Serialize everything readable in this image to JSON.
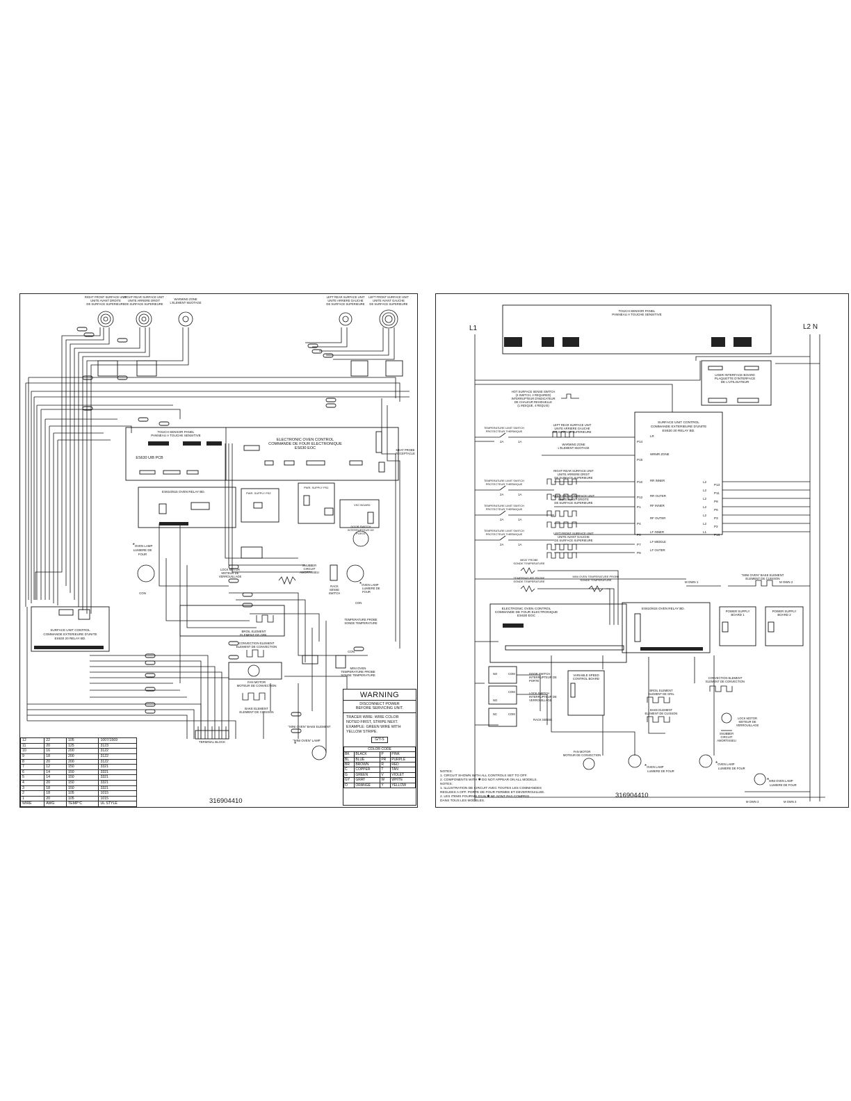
{
  "left_sheet": {
    "part_number": "316904410",
    "top_labels": {
      "rf_unit": [
        "RIGHT FRONT SURFACE UNIT",
        "UNITE AVANT DROITE",
        "DE SURFACE SUPERIEURE"
      ],
      "rr_unit": [
        "RIGHT REAR SURFACE UNIT",
        "UNITE ARRIERE DROIT",
        "DE SURFACE SUPERIEURE"
      ],
      "warming_zone": [
        "WARMING ZONE",
        "L'ELEMENT MIJOTAGE"
      ],
      "lr_unit": [
        "LEFT REAR SURFACE UNIT",
        "UNITE ARRIERE GAUCHE",
        "DE SURFACE SUPERIEURE"
      ],
      "lf_unit": [
        "LEFT FRONT SURFACE UNIT",
        "UNITE AVANT GAUCHE",
        "DE SURFACE SUPERIEURE"
      ]
    },
    "touch_panel": [
      "TOUCH SENSOR PANEL",
      "PANNEAU A TOUCHE SENSITIVE"
    ],
    "uib_label": "ES630 UIB PCB",
    "eoc": [
      "ELECTRONIC OVEN CONTROL",
      "COMMANDE DE FOUR ELECTRONIQUE",
      "ES630 EOC"
    ],
    "meat_probe": [
      "MEAT PROBE",
      "RECEPTACLE"
    ],
    "relay_board": "ES610/615 OVEN RELAY BD.",
    "pwr_supply_1": "PWR. SUPPLY PS1",
    "pwr_supply_2": "PWR. SUPPLY PS2",
    "vsc_board": "VSC BOARD",
    "door_switch": [
      "DOOR SWITCH",
      "INTERRUPTEUR DE",
      "PORTE"
    ],
    "oven_lamp_left": [
      "OVEN LAMP",
      "LUMIERE DE",
      "FOUR"
    ],
    "lock_motor": [
      "LOCK MOTOR",
      "MOTEUR DE",
      "VERROUILLAGE"
    ],
    "snubber": [
      "SNUBBER",
      "CIRCUIT",
      "AMORTISSEU"
    ],
    "rack_sense": [
      "RACK",
      "SENSE",
      "SWITCH"
    ],
    "oven_lamp_right": [
      "OVEN LAMP",
      "LUMIERE DE",
      "FOUR"
    ],
    "temp_probe": [
      "TEMPERATURE PROBE",
      "SONDE TEMPERATURE"
    ],
    "surface_control": [
      "SURFACE UNIT CONTROL",
      "COMMANDE EXTERIEURE D'UNITE",
      "ES630 20 RELAY BD."
    ],
    "broil": [
      "BROIL ELEMENT",
      "ELEMENT DE GRIL"
    ],
    "convection": [
      "CONVECTION ELEMENT",
      "ELEMENT DE CONVECTION"
    ],
    "fan_motor": [
      "FAN MOTOR",
      "MOTEUR DE CONVECTION"
    ],
    "bake": [
      "BAKE ELEMENT",
      "ELEMENT DE CUISSON"
    ],
    "terminal_block": "TERMINAL BLOCK",
    "mini_oven_probe": [
      "MINI OVEN",
      "TEMPERATURE PROBE",
      "SONDE TEMPERATURE"
    ],
    "mini_oven_bake": "\"MINI OVEN\" BAKE ELEMENT",
    "mini_oven_lamp": "\"MINI OVEN\" LAMP",
    "con_label": "CON",
    "warning": {
      "title": "WARNING",
      "lines": [
        "DISCONNECT POWER",
        "BEFORE SERVICING UNIT."
      ],
      "tracer": [
        "TRACER WIRE:  WIRE COLOR",
        "NOTED FIRST, STRIPE NEXT.",
        "EXAMPLE:  GREEN WIRE WITH",
        "YELLOW STRIPE."
      ],
      "example": "G/Y-S",
      "color_code_title": "COLOR CODE",
      "color_codes": [
        [
          "BK",
          "BLACK",
          "P",
          "PINK"
        ],
        [
          "BL",
          "BLUE",
          "PR",
          "PURPLE"
        ],
        [
          "BR",
          "BROWN",
          "R",
          "RED"
        ],
        [
          "C",
          "COPPER",
          "T",
          "TAN"
        ],
        [
          "G",
          "GREEN",
          "V",
          "VIOLET"
        ],
        [
          "GY",
          "GRAY",
          "W",
          "WHITE"
        ],
        [
          "O",
          "ORANGE",
          "Y",
          "YELLOW"
        ]
      ]
    },
    "wire_table": {
      "header": [
        "WIRE",
        "AWG",
        "TEMP°C",
        "UL STYLE"
      ],
      "rows": [
        [
          "12",
          "22",
          "105",
          "1007/1569"
        ],
        [
          "11",
          "20",
          "125",
          "3123"
        ],
        [
          "10",
          "16",
          "200",
          "3122"
        ],
        [
          "9",
          "18",
          "200",
          "3122"
        ],
        [
          "8",
          "20",
          "200",
          "3122"
        ],
        [
          "7",
          "12",
          "150",
          "3321"
        ],
        [
          "6",
          "14",
          "150",
          "3321"
        ],
        [
          "5",
          "14",
          "150",
          "3321"
        ],
        [
          "4",
          "20",
          "150",
          "3321"
        ],
        [
          "3",
          "18",
          "150",
          "3321"
        ],
        [
          "2",
          "18",
          "105",
          "1015"
        ],
        [
          "1",
          "20",
          "105",
          "1015"
        ]
      ]
    }
  },
  "right_sheet": {
    "part_number": "316904410",
    "l1": "L1",
    "l2n": "L2  N",
    "touch_panel": [
      "TOUCH SENSOR PANEL",
      "PANNEAU A TOUCHE SENSITIVE"
    ],
    "uib": [
      "USER INTERFACE BOARD",
      "PLAQUETTE D'INTERFACE",
      "DE L'UTILISATEUR"
    ],
    "hot_surface": [
      "HOT SURFACE SENSE SWITCH",
      "(3 SWITCH, 4 REQUIRED)",
      "INTERRUPTEUR D'INDICATEUR",
      "DE CHALEUR RESIDUELLE",
      "(1 INDIQUE, 4 REQUIS)"
    ],
    "surface_control": [
      "SURFACE UNIT CONTROL",
      "COMMANDE EXTERIEURE D'UNITE",
      "ES630 20 RELAY BD."
    ],
    "limit_switch": [
      "TEMPERATURE LIMIT SWITCH",
      "PROTECTEUR THERMIQUE"
    ],
    "amp_2a": "2A",
    "amp_1a": "1A",
    "lr_unit": [
      "LEFT REAR SURFACE UNIT",
      "UNITE ARRIERE GAUCHE",
      "DE SURFACE SUPERIEURE"
    ],
    "warming_zone": [
      "WARMING ZONE",
      "L'ELEMENT MIJOTAGE"
    ],
    "rr_unit": [
      "RIGHT REAR SURFACE UNIT",
      "UNITE ARRIERE DROIT",
      "DE SURFACE SUPERIEURE"
    ],
    "rf_unit": [
      "RIGHT FRONT SURFACE UNIT",
      "UNITE AVANT DROITE",
      "DE SURFACE SUPERIEURE"
    ],
    "lf_unit": [
      "LEFT FRONT SURFACE UNIT",
      "UNITE AVANT GAUCHE",
      "DE SURFACE SUPERIEURE"
    ],
    "ports_left": [
      "P14",
      "P15",
      "P10",
      "P12",
      "P1",
      "P4",
      "P5",
      "P7",
      "P9"
    ],
    "ports_mid": [
      "LR",
      "WRMR ZONE",
      "RR INNER",
      "RR OUTER",
      "RF INNER",
      "RF OUTER",
      "LF INNER",
      "LF MIDDLE",
      "LF OUTER"
    ],
    "ports_right": [
      "P13",
      "P11",
      "P8",
      "P6",
      "P3",
      "P2",
      "P16"
    ],
    "l2_tags": [
      "L2",
      "L2",
      "L2",
      "L2",
      "L2",
      "L2",
      "L1"
    ],
    "meat_probe": [
      "MEAT PROBE",
      "SONDE TEMPERATURE"
    ],
    "temp_probe": [
      "TEMPERATURE PROBE",
      "SONDE TEMPERATURE"
    ],
    "mini_probe": [
      "MINI OVEN TEMPERATURE PROBE",
      "SONDE TEMPERATURE"
    ],
    "mini_bake": [
      "\"MINI OVEN\" BAKE ELEMENT",
      "ELEMENT DE CUISSON"
    ],
    "m_own_1": "M OWN 1",
    "m_own_2": "M OWN 2",
    "m_own_3": "M OWN 3",
    "m_own_3b": "M OWN 3",
    "eoc": [
      "ELECTRONIC OVEN CONTROL",
      "COMMANDE DE FOUR ELECTRONIQUE",
      "ES630 EOC"
    ],
    "relay_board": "ES610/615 OVEN RELAY BD.",
    "ps1": [
      "POWER SUPPLY",
      "BOARD 1"
    ],
    "ps2": [
      "POWER SUPPLY",
      "BOARD 2"
    ],
    "vsc": [
      "VARIABLE SPEED",
      "CONTROL BOARD"
    ],
    "door_switch": [
      "DOOR SWITCH",
      "INTERRUPTEUR DE",
      "PORTE"
    ],
    "lock_switch": [
      "LOCK SWITCH",
      "INTERRUPTEUR DE",
      "VERROUILLAGE"
    ],
    "rack_sense": "RACK SENSE",
    "broil": [
      "BROIL ELEMENT",
      "ELEMENT DE GRIL"
    ],
    "bake": [
      "BAKE ELEMENT",
      "ELEMENT DE CUISSON"
    ],
    "convection": [
      "CONVECTION ELEMENT",
      "ELEMENT DE CONVECTION"
    ],
    "lock_motor": [
      "LOCK MOTOR",
      "MOTEUR DE",
      "VERROUILLAGE"
    ],
    "snubber": [
      "SNUBBER",
      "CIRCUIT",
      "AMORTISSEU"
    ],
    "fan_motor": [
      "FAN MOTOR",
      "MOTEUR DE CONVECTION"
    ],
    "oven_lamp_1": [
      "OVEN LAMP",
      "LUMIERE DE FOUR"
    ],
    "oven_lamp_2": [
      "OVEN LAMP",
      "LUMIERE DE FOUR"
    ],
    "mini_lamp": [
      "MINI OVEN LAMP",
      "LUMIERE DE FOUR"
    ],
    "no": "NO",
    "com": "COM",
    "nc": "NC",
    "notes": [
      "NOTES:",
      "1.  CIRCUIT SHOWN WITH ALL CONTROLS SET TO OFF.",
      "2.  COMPONENTS WITH ✱ DO NOT APPEAR ON ALL MODELS.",
      "NOTES:",
      "1.  ILLUSTRATION DE CIRCUIT AVEC TOUTES LES COMMANDES",
      "     REGLEES A OFF.  PORTE DE FOUR FERMEE ET DEVERROUILLEE.",
      "2.  LES ITEMS FOURNIS D'UN ✱ NE SONT PAS COMPRIS",
      "     DANS TOUS LES MODELES."
    ]
  }
}
